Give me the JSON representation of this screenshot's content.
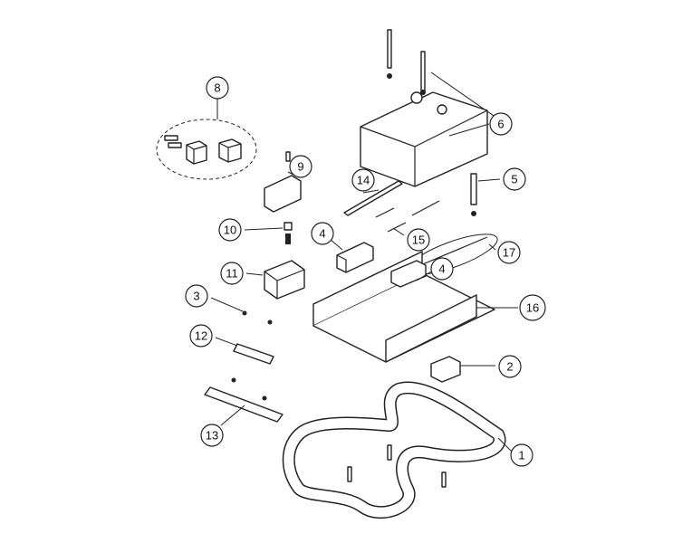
{
  "diagram": {
    "type": "exploded-parts-view",
    "callouts": [
      {
        "id": "callout-8",
        "label": "8"
      },
      {
        "id": "callout-6",
        "label": "6"
      },
      {
        "id": "callout-9",
        "label": "9"
      },
      {
        "id": "callout-14",
        "label": "14"
      },
      {
        "id": "callout-5",
        "label": "5"
      },
      {
        "id": "callout-10",
        "label": "10"
      },
      {
        "id": "callout-4a",
        "label": "4"
      },
      {
        "id": "callout-15",
        "label": "15"
      },
      {
        "id": "callout-17",
        "label": "17"
      },
      {
        "id": "callout-11",
        "label": "11"
      },
      {
        "id": "callout-4b",
        "label": "4"
      },
      {
        "id": "callout-3",
        "label": "3"
      },
      {
        "id": "callout-16",
        "label": "16"
      },
      {
        "id": "callout-12",
        "label": "12"
      },
      {
        "id": "callout-2",
        "label": "2"
      },
      {
        "id": "callout-13",
        "label": "13"
      },
      {
        "id": "callout-1",
        "label": "1"
      }
    ]
  }
}
